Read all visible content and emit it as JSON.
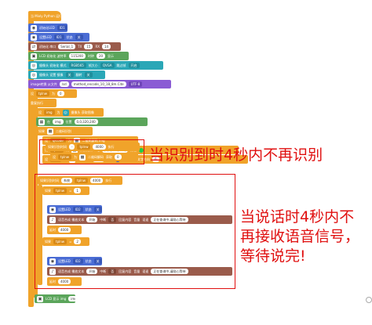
{
  "hat_label": "当 Mixly Python 运行",
  "blocks": {
    "b1": {
      "t1": "初始化LED",
      "v1": "ID1"
    },
    "b2": {
      "t1": "设置LED",
      "v1": "ID1",
      "v2": "状态",
      "v3": "关"
    },
    "b3": {
      "t1": "初始化 串口",
      "v1": "Serial_1",
      "v2": "TX",
      "v3": "RX"
    },
    "b4": {
      "t1": "LCD 初始化 波特率",
      "v1": "115200",
      "v2": "时钟",
      "v3": "显示"
    },
    "b5": {
      "t1": "摄像头 初始化 模式",
      "v1": "RGB565",
      "v2": "帧大小",
      "v3": "QVGA",
      "v4": "跳过帧",
      "v5": "开启"
    },
    "b6": {
      "t1": "摄像头 设置 镜像",
      "v1": "关",
      "v2": "翻转",
      "v3": "关"
    },
    "b7": {
      "t1": "image转换 从文件",
      "v1": "/sd",
      "v2": "method_encode_10_18_8m.Cite",
      "v3": "UTF-8"
    },
    "b8": {
      "t1": "设",
      "v1": "tplnw",
      "v2": "为",
      "v3": "0"
    },
    "loop": {
      "t1": "重复执行"
    },
    "b9": {
      "t1": "设",
      "v1": "img",
      "v2": "为",
      "v3": "摄像头 获取图像"
    },
    "b10": {
      "t1": "在",
      "v1": "img",
      "v2": "位置",
      "v3": "0,0,320,240"
    },
    "if1": {
      "t1": "如果",
      "v1": "二维码识别"
    },
    "b11": {
      "t1": "设",
      "v1": "qrcode",
      "v2": "为",
      "v3": "二维码解码 img"
    },
    "b12": {
      "t1": "设",
      "v1": "tplnw",
      "v2": "为",
      "v3": "识别结果 img",
      "v4": "(0,0,320,240)",
      "v5": "颜色"
    },
    "b13": {
      "t1": "设",
      "v1": "img",
      "v2": "为",
      "v3": "绘制文本",
      "v4": "(0,0)",
      "v5": "宽度",
      "v6": "字体颜色",
      "v7": "文字方向",
      "v8": "0"
    },
    "b14": {
      "t1": "如果识别时间",
      "v1": "-",
      "v2": "tplnw",
      "v3": "4000",
      "v4": "执行"
    },
    "b15": {
      "t1": "设",
      "v1": "tplnw",
      "v2": "为",
      "v3": "二维码解码",
      "v4": "获取",
      "v5": "0"
    },
    "if2": {
      "t1": "如果识别时间",
      "v1": "系统",
      "v2": "tplnw",
      "v3": "4000",
      "v4": "执行"
    },
    "b16": {
      "t1": "如果",
      "v1": "tplnw",
      "v2": "=",
      "v3": "1"
    },
    "b17": {
      "t1": "设置LED",
      "v1": "ID2",
      "v2": "状态",
      "v3": "关"
    },
    "b18": {
      "t1": "语音合成 播放文本",
      "v1": "开始",
      "v2": "中断",
      "v3": "否",
      "v4": "回复内容",
      "v5": "音量",
      "v6": "语速",
      "v7": "正在查询中,请耐心等待"
    },
    "b19": {
      "t1": "延时",
      "v1": "4000"
    },
    "b20": {
      "t1": "如果",
      "v1": "tplnw",
      "v2": "=",
      "v3": "2"
    },
    "b21": {
      "t1": "设置LED",
      "v1": "ID2",
      "v2": "状态",
      "v3": "关"
    },
    "b22": {
      "t1": "语音合成 播放文本",
      "v1": "开始",
      "v2": "中断",
      "v3": "否",
      "v4": "回复内容",
      "v5": "音量",
      "v6": "语速",
      "v7": "正在查询中,请耐心等待"
    },
    "b23": {
      "t1": "延时",
      "v1": "4000"
    },
    "b24": {
      "t1": "LCD 显示 img",
      "v1": "img"
    }
  },
  "annotations": {
    "a1": "当识别到时4秒内不再识别",
    "a2": "当说话时4秒内不再接收语音信号，等待说完!"
  },
  "colors": {
    "accent_red": "#e01010",
    "orange": "#f0a32a",
    "blue": "#4a6cd4",
    "green": "#5ba55b",
    "brown": "#9a5b4b"
  }
}
